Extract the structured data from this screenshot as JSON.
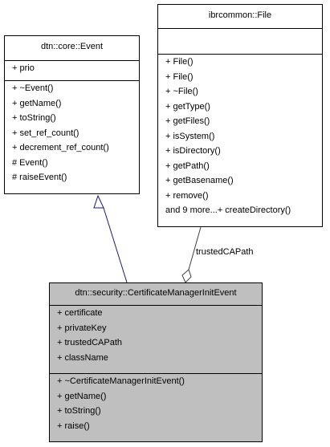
{
  "classes": {
    "event": {
      "name": "dtn::core::Event",
      "attributes": [
        "+ prio"
      ],
      "operations": [
        "+ ~Event()",
        "+ getName()",
        "+ toString()",
        "+ set_ref_count()",
        "+ decrement_ref_count()",
        "# Event()",
        "# raiseEvent()"
      ]
    },
    "file": {
      "name": "ibrcommon::File",
      "attributes": [],
      "operations": [
        "+ File()",
        "+ File()",
        "+ ~File()",
        "+ getType()",
        "+ getFiles()",
        "+ isSystem()",
        "+ isDirectory()",
        "+ getPath()",
        "+ getBasename()",
        "+ remove()",
        "and 9 more...+ createDirectory()"
      ]
    },
    "cmie": {
      "name": "dtn::security::CertificateManagerInitEvent",
      "attributes": [
        "+ certificate",
        "+ privateKey",
        "+ trustedCAPath",
        "+ className"
      ],
      "operations": [
        "+ ~CertificateManagerInitEvent()",
        "+ getName()",
        "+ toString()",
        "+ raise()"
      ]
    }
  },
  "edges": {
    "composition_label": "trustedCAPath"
  },
  "colors": {
    "inheritance_edge": "#191970",
    "composition_edge": "#404040",
    "highlight_fill": "#bfbfbf"
  }
}
